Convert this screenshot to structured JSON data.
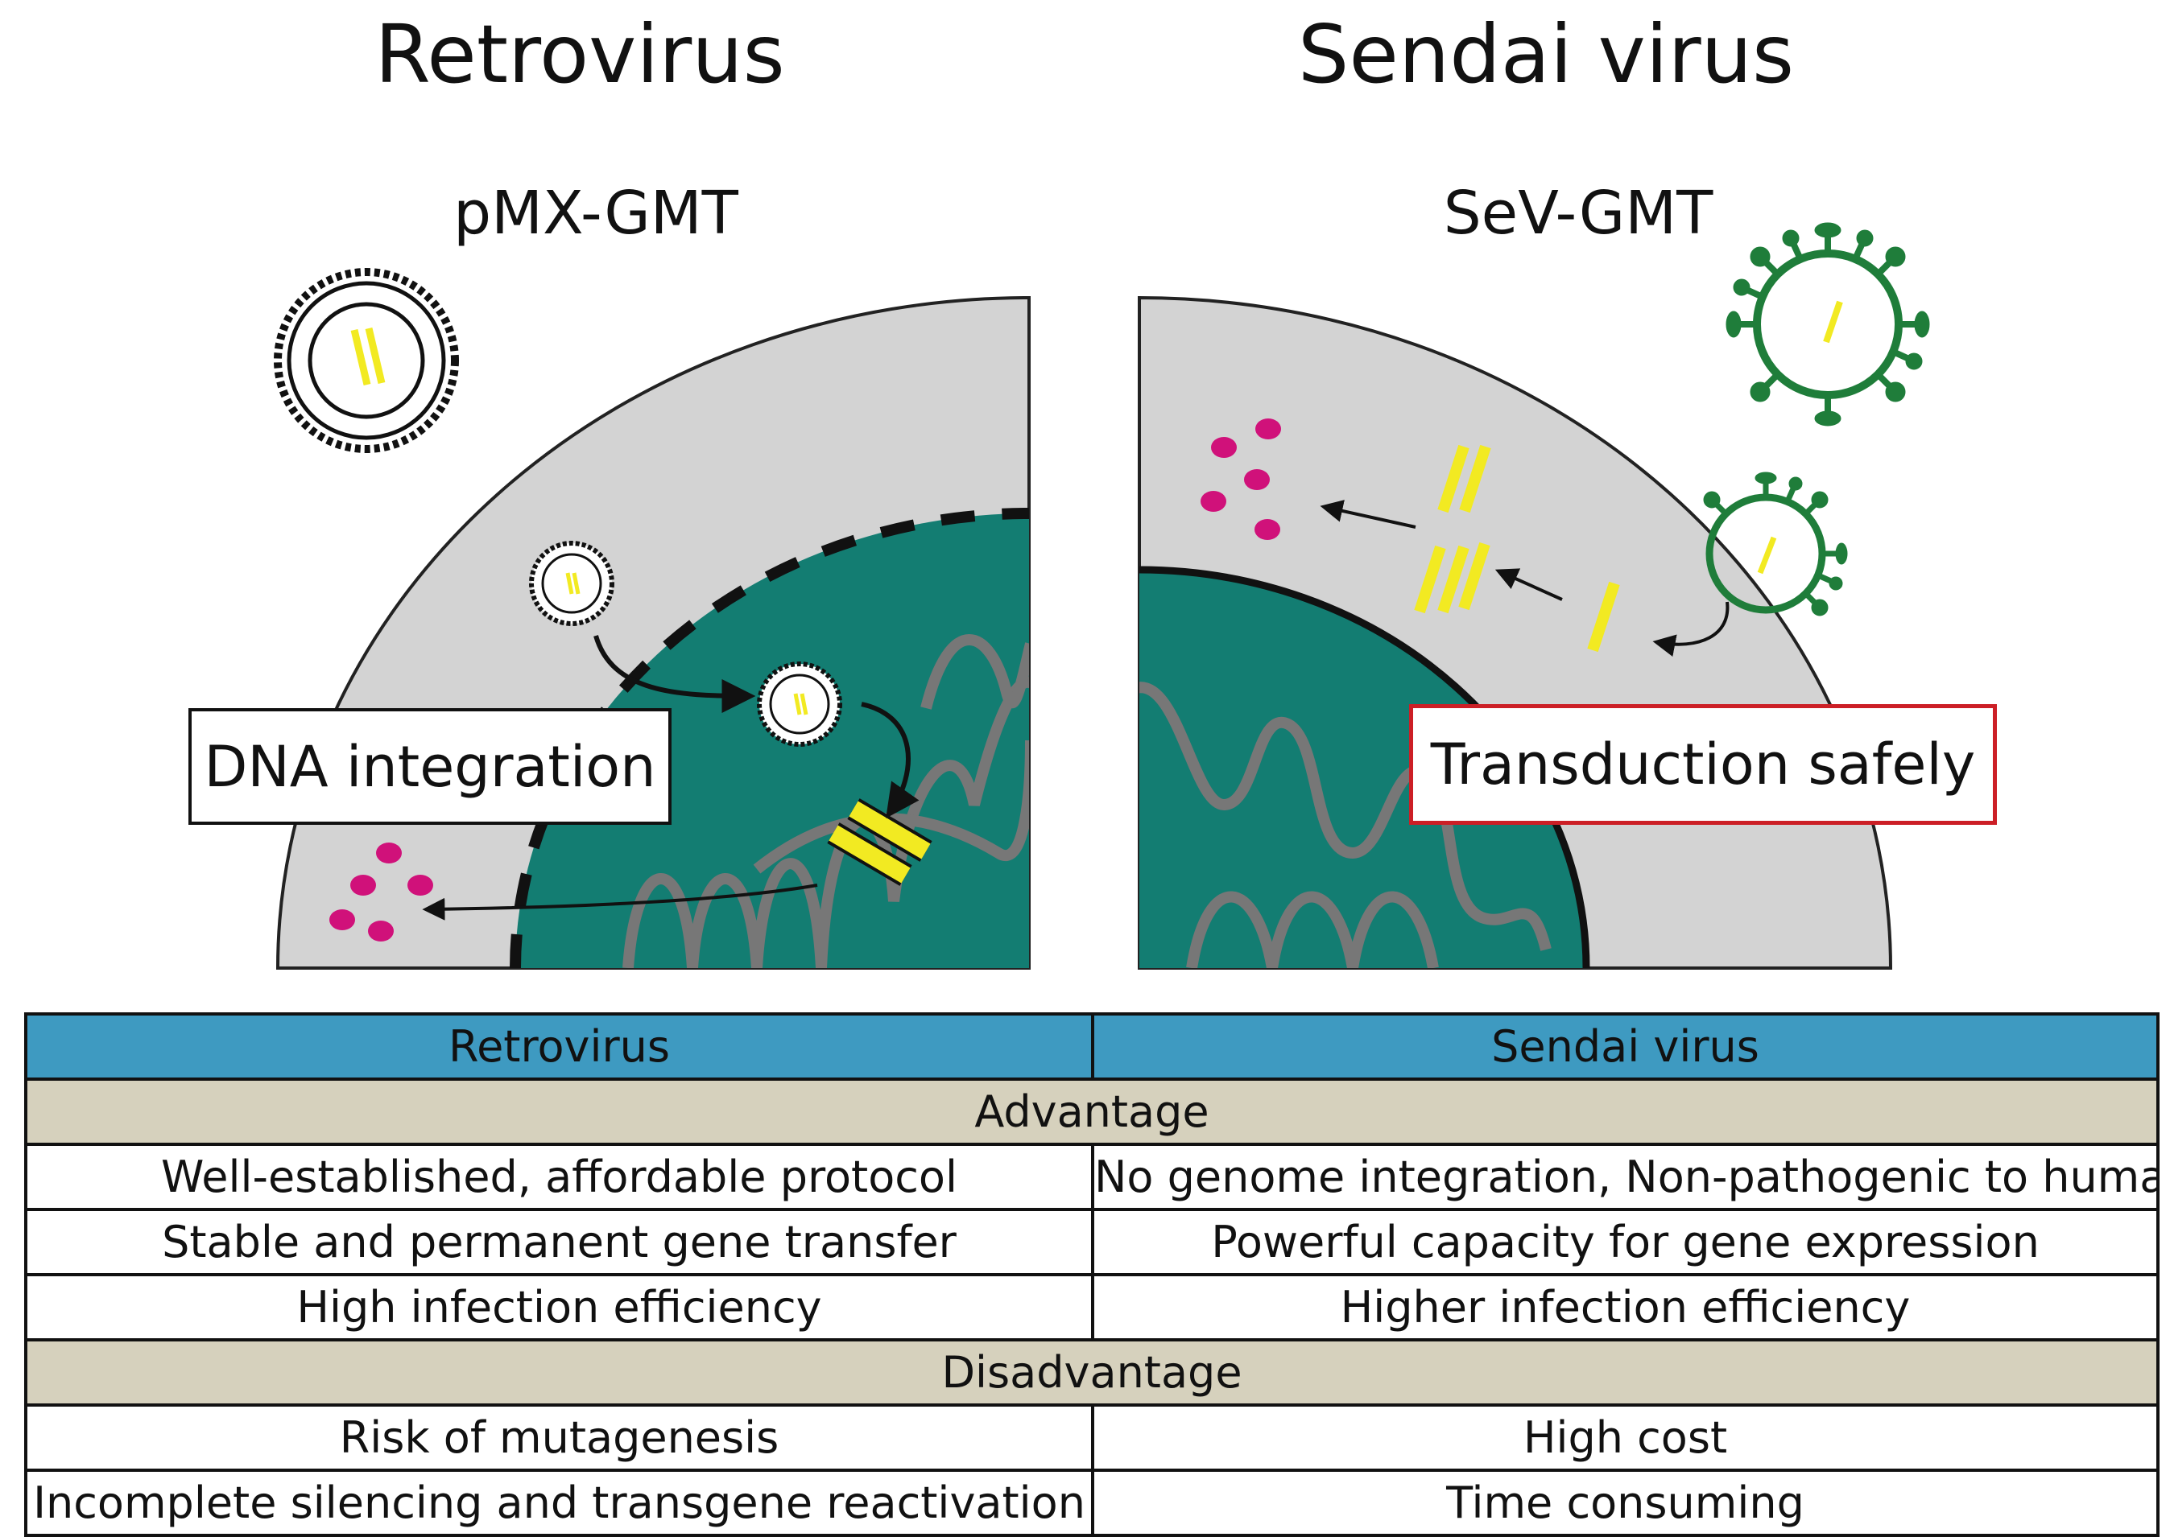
{
  "titles": {
    "left": "Retrovirus",
    "right": "Sendai virus"
  },
  "vectors": {
    "left": "pMX-GMT",
    "right": "SeV-GMT"
  },
  "callouts": {
    "left": "DNA integration",
    "right": "Transduction safely"
  },
  "colors": {
    "cytoplasm": "#d3d3d3",
    "nucleus": "#137d72",
    "protein": "#d0117a",
    "gene": "#f2ea22",
    "sendai": "#1f7d3a",
    "header": "#3e9ac1",
    "section": "#d6d1bd",
    "callout_border": "#cc1f26"
  },
  "table": {
    "header": [
      "Retrovirus",
      "Sendai virus"
    ],
    "advantage_label": "Advantage",
    "advantages": [
      [
        "Well-established, affordable protocol",
        "No genome integration, Non-pathogenic to humans"
      ],
      [
        "Stable and permanent gene transfer",
        "Powerful capacity for gene expression"
      ],
      [
        "High infection efficiency",
        "Higher infection efficiency"
      ]
    ],
    "disadvantage_label": "Disadvantage",
    "disadvantages": [
      [
        "Risk of mutagenesis",
        "High cost"
      ],
      [
        "Incomplete silencing and transgene reactivation",
        "Time consuming"
      ]
    ]
  }
}
